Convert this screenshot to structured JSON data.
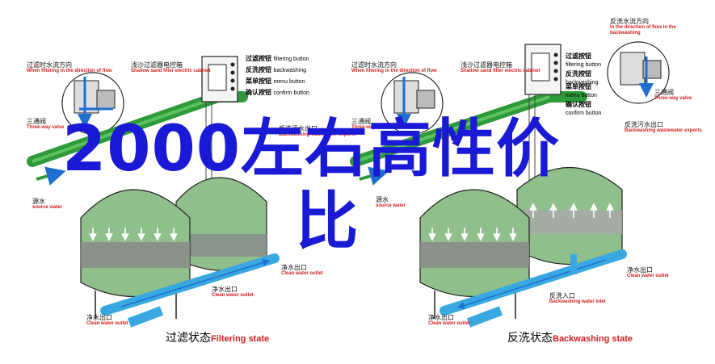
{
  "diagram": {
    "left": {
      "state_cn": "过滤状态",
      "state_en": "Filtering state",
      "filter_dir_cn": "过滤时水流方向",
      "filter_dir_en": "When filtering in the direction of flow",
      "cabinet_cn": "浅沙过滤器电控箱",
      "cabinet_en": "Shallow sand filter electric cabinet",
      "three_way_cn": "三通阀",
      "three_way_en": "Three-way valve",
      "backwash_out_cn": "反洗污水出口",
      "backwash_out_en": "Backwashing wastewater exports",
      "source_cn": "源水",
      "source_en": "source water",
      "clean_out_cn": "净水出口",
      "clean_out_en": "Clean water outlet"
    },
    "right": {
      "state_cn": "反洗状态",
      "state_en": "Backwashing state",
      "backwash_dir_cn": "反洗水流方向",
      "backwash_dir_en": "In the direction of flow in the backwashing",
      "filter_dir_cn": "过滤时水流方向",
      "filter_dir_en": "When filtering in the direction of flow",
      "cabinet_cn": "浅沙过滤器电控箱",
      "cabinet_en": "Shallow sand filter electric cabinet",
      "three_way_cn": "三通阀",
      "three_way_en": "Three-way valve",
      "backwash_out_cn": "反洗污水出口",
      "backwash_out_en": "Backwashing wastewater exports",
      "source_cn": "源水",
      "source_en": "source water",
      "clean_out_cn": "净水出口",
      "clean_out_en": "Clean water outlet",
      "backwash_in_cn": "反洗入口",
      "backwash_in_en": "Backwashing water inlet"
    },
    "buttons": [
      {
        "cn": "过滤按钮",
        "en": "filtering button"
      },
      {
        "cn": "反洗按钮",
        "en": "backwashing"
      },
      {
        "cn": "菜单按钮",
        "en": "menu button"
      },
      {
        "cn": "确认按钮",
        "en": "confirm button"
      }
    ],
    "buttons_right": [
      {
        "cn": "过滤按钮",
        "en": "filtering button"
      },
      {
        "cn": "反洗按钮",
        "en": "backwashing"
      },
      {
        "cn": "菜单按钮",
        "en": "menu button"
      },
      {
        "cn": "确认按钮",
        "en": "confirm button"
      }
    ]
  },
  "overlay": {
    "line1": "2000左右高性价",
    "line2": "比"
  },
  "colors": {
    "pipe_green": "#2e9a3a",
    "pipe_blue": "#3aa8e0",
    "tank_green": "#8fbf8a",
    "sand": "#8a8a8a",
    "overlay_blue": "#1a1ad6",
    "label_red": "#d32020"
  }
}
